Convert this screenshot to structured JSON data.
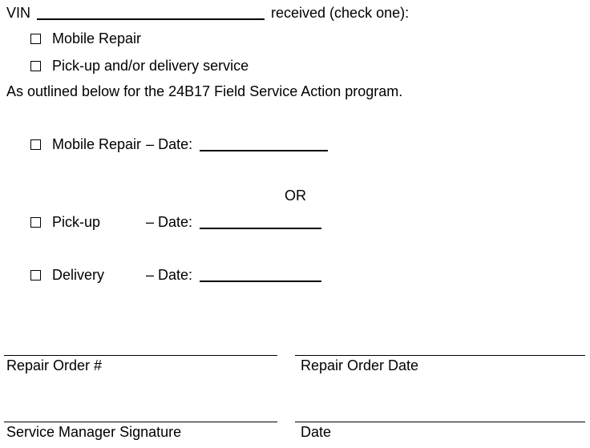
{
  "colors": {
    "text": "#000000",
    "background": "#ffffff",
    "line": "#000000"
  },
  "vin_row": {
    "label": "VIN",
    "value": "",
    "suffix": "received (check one):"
  },
  "check_one_options": [
    {
      "label": "Mobile Repair",
      "checked": false
    },
    {
      "label": "Pick-up and/or delivery service",
      "checked": false
    }
  ],
  "program_line": "As outlined below for the 24B17 Field Service Action program.",
  "date_rows": [
    {
      "label": "Mobile Repair",
      "date_prefix": "– Date:",
      "date_value": "",
      "checked": false
    },
    {
      "label": "Pick-up",
      "date_prefix": "– Date:",
      "date_value": "",
      "checked": false
    },
    {
      "label": "Delivery",
      "date_prefix": "– Date:",
      "date_value": "",
      "checked": false
    }
  ],
  "or_separator": "OR",
  "footer_fields": [
    {
      "label": "Repair Order #",
      "value": ""
    },
    {
      "label": "Repair Order Date",
      "value": ""
    },
    {
      "label": "Service Manager Signature",
      "value": ""
    },
    {
      "label": "Date",
      "value": ""
    }
  ]
}
